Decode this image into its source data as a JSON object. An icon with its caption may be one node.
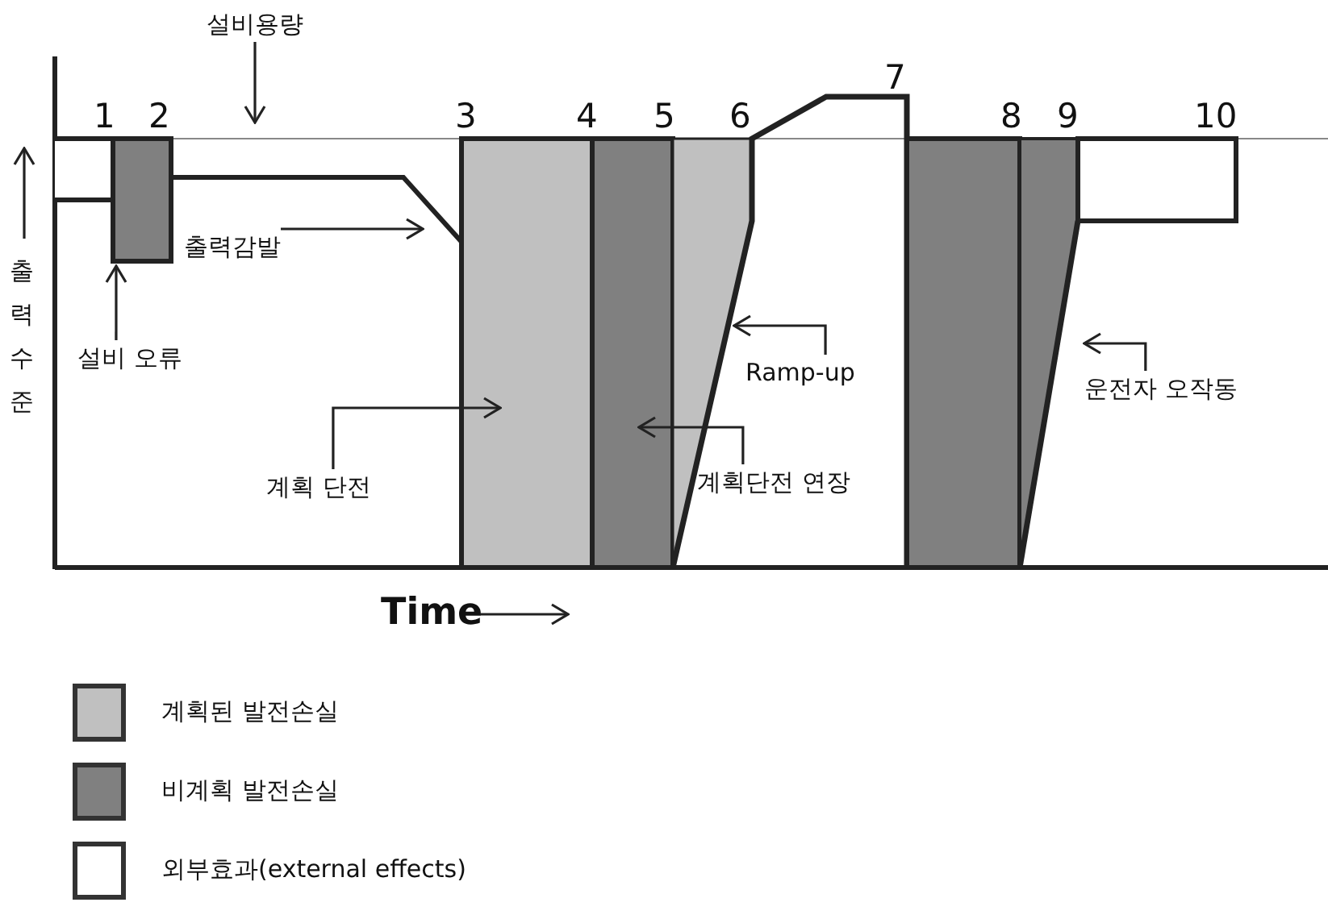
{
  "diagram": {
    "nodes": [
      {
        "text": [
          "설비용량"
        ]
      },
      {
        "text": [
          "출력감발"
        ]
      },
      {
        "text": [
          "설비 오류"
        ]
      },
      {
        "text": [
          "계획 단전"
        ]
      },
      {
        "text": [
          "계획단전 연장"
        ]
      },
      {
        "text": [
          "Ramp-up"
        ]
      },
      {
        "text": [
          "운전자 오작동"
        ]
      },
      {
        "text": [],
        "shape": "box"
      }
    ],
    "edges": [
      {
        "from": 0,
        "to": null,
        "arrow": "to"
      },
      {
        "from": 1,
        "to": null,
        "arrow": "to"
      },
      {
        "from": 2,
        "to": 7,
        "arrow": "to"
      },
      {
        "from": 3,
        "to": null,
        "arrow": "to"
      },
      {
        "from": 4,
        "to": null,
        "arrow": "to"
      },
      {
        "from": 5,
        "to": null,
        "arrow": "to"
      },
      {
        "from": 6,
        "to": null,
        "arrow": "to"
      }
    ],
    "labels": [
      "1",
      "2",
      "3",
      "4",
      "5",
      "6",
      "7",
      "8",
      "9",
      "10",
      "출력수준",
      "Time"
    ],
    "legend": [
      {
        "text": "계획된 발전손실",
        "color": "#c0c0c0"
      },
      {
        "text": "비계획 발전손실",
        "color": "#808080"
      },
      {
        "text": "외부효과(external effects)",
        "color": "#ffffff"
      }
    ]
  }
}
